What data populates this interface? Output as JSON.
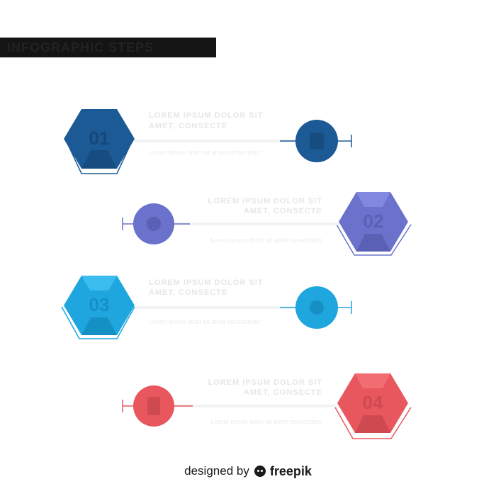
{
  "header": {
    "title": "INFOGRAPHIC STEPS"
  },
  "steps": [
    {
      "number": "01",
      "title_line1": "LOREM IPSUM DOLOR SIT",
      "title_line2": "AMET, CONSECTE",
      "body": "Lorem ipsum dolor sit amet consectetur",
      "color": "#1c5a96",
      "color_dark": "#174c80",
      "color_light": "#2a6bab"
    },
    {
      "number": "02",
      "title_line1": "LOREM IPSUM DOLOR SIT",
      "title_line2": "AMET, CONSECTE",
      "body": "Lorem ipsum dolor sit amet consectetur",
      "color": "#6a72cc",
      "color_dark": "#5a61b5",
      "color_light": "#8088e0"
    },
    {
      "number": "03",
      "title_line1": "LOREM IPSUM DOLOR SIT",
      "title_line2": "AMET, CONSECTE",
      "body": "Lorem ipsum dolor sit amet consectetur",
      "color": "#1fa6df",
      "color_dark": "#1590c4",
      "color_light": "#3bbcee"
    },
    {
      "number": "04",
      "title_line1": "LOREM IPSUM DOLOR SIT",
      "title_line2": "AMET, CONSECTE",
      "body": "Lorem ipsum dolor sit amet consectetur",
      "color": "#e8575d",
      "color_dark": "#cf4a50",
      "color_light": "#f26d72"
    }
  ],
  "footer": {
    "prefix": "designed by",
    "brand": "freepik"
  }
}
